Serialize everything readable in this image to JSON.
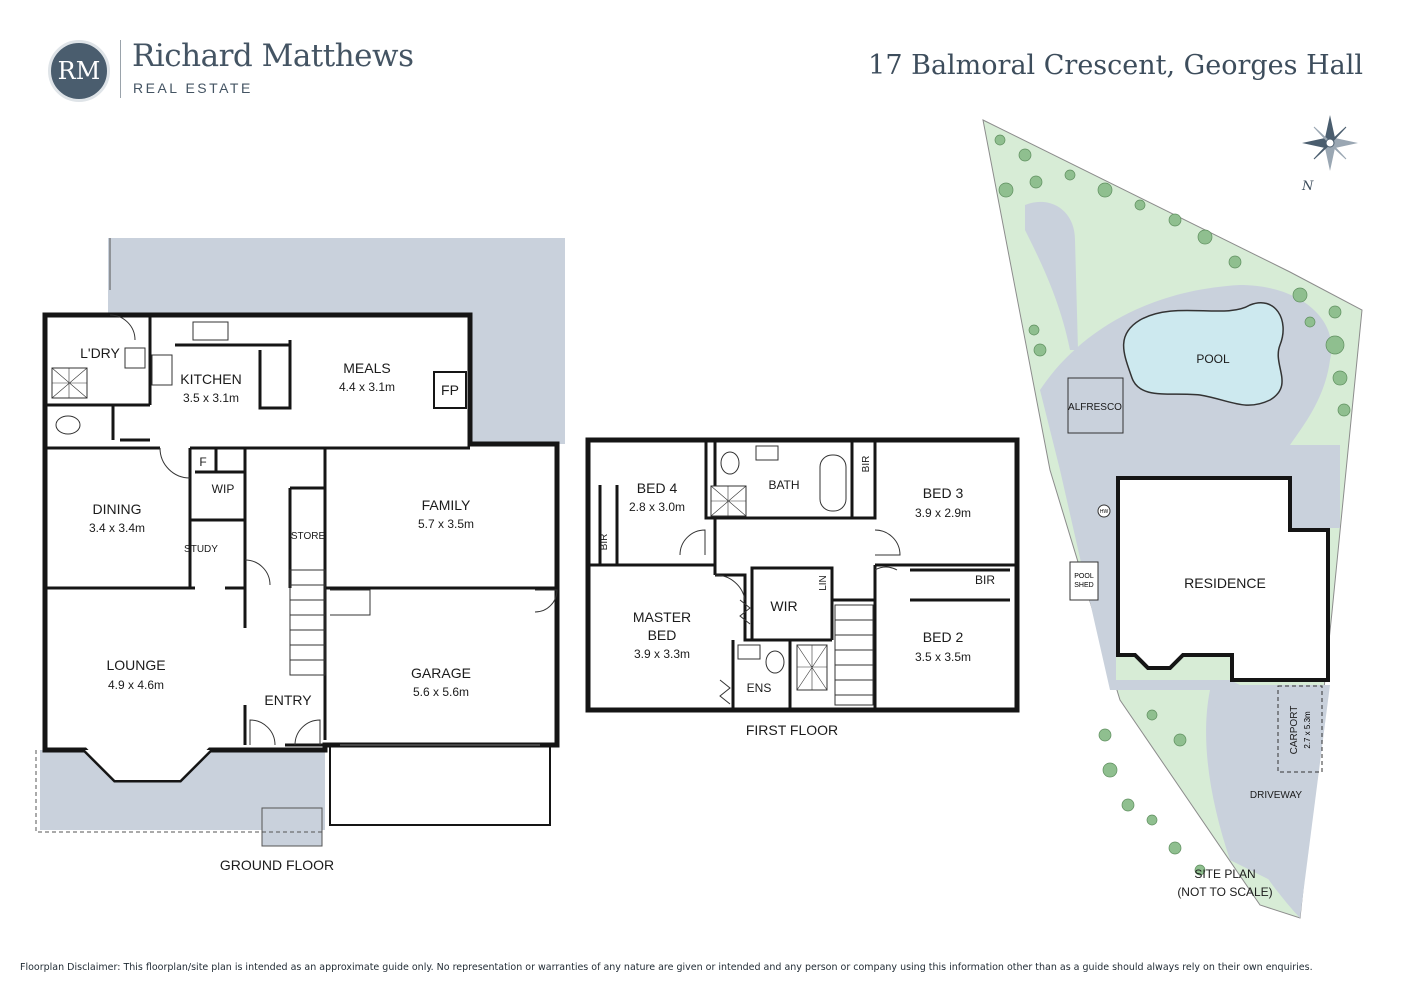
{
  "brand": {
    "monogram": "RM",
    "name": "Richard Matthews",
    "subtitle": "REAL ESTATE"
  },
  "address": "17 Balmoral Crescent, Georges Hall",
  "compass": {
    "label": "N"
  },
  "ground_floor": {
    "title": "GROUND FLOOR",
    "rooms": {
      "laundry": {
        "name": "L'DRY"
      },
      "kitchen": {
        "name": "KITCHEN",
        "size": "3.5 x 3.1m"
      },
      "meals": {
        "name": "MEALS",
        "size": "4.4 x 3.1m"
      },
      "fireplace": {
        "name": "FP"
      },
      "dining": {
        "name": "DINING",
        "size": "3.4 x 3.4m"
      },
      "fridge": {
        "name": "F"
      },
      "wip": {
        "name": "WIP"
      },
      "study": {
        "name": "STUDY"
      },
      "store": {
        "name": "STORE"
      },
      "family": {
        "name": "FAMILY",
        "size": "5.7 x 3.5m"
      },
      "lounge": {
        "name": "LOUNGE",
        "size": "4.9 x 4.6m"
      },
      "entry": {
        "name": "ENTRY"
      },
      "garage": {
        "name": "GARAGE",
        "size": "5.6 x 5.6m"
      }
    }
  },
  "first_floor": {
    "title": "FIRST FLOOR",
    "rooms": {
      "bed4": {
        "name": "BED 4",
        "size": "2.8 x 3.0m"
      },
      "bath": {
        "name": "BATH"
      },
      "bed3": {
        "name": "BED 3",
        "size": "3.9 x 2.9m"
      },
      "bir_bed4": {
        "name": "BIR"
      },
      "bir_bath": {
        "name": "BIR"
      },
      "bir_bed2": {
        "name": "BIR"
      },
      "master": {
        "name": "MASTER",
        "name2": "BED",
        "size": "3.9 x 3.3m"
      },
      "wir": {
        "name": "WIR"
      },
      "lin": {
        "name": "LIN"
      },
      "ens": {
        "name": "ENS"
      },
      "bed2": {
        "name": "BED 2",
        "size": "3.5 x 3.5m"
      }
    }
  },
  "site_plan": {
    "title": "SITE PLAN",
    "subtitle": "(NOT TO SCALE)",
    "labels": {
      "pool": "POOL",
      "alfresco": "ALFRESCO",
      "residence": "RESIDENCE",
      "pool_shed_1": "POOL",
      "pool_shed_2": "SHED",
      "hw": "HW",
      "carport": "CARPORT",
      "carport_size": "2.7 x 5.3m",
      "driveway": "DRIVEWAY"
    }
  },
  "colors": {
    "brand": "#445463",
    "outdoor_area": "#c9d1dc",
    "lawn": "#d7ecd6",
    "pool": "#cde9ef",
    "plant": "#8fbf8f",
    "wall": "#151515"
  },
  "disclaimer": "Floorplan Disclaimer: This floorplan/site plan is intended as an approximate guide only. No representation or warranties of any nature are given or intended and any person or company using this information other than as a guide should always rely on their own enquiries."
}
